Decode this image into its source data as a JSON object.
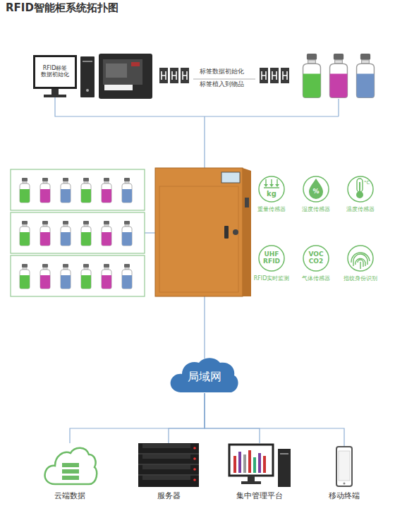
{
  "diagram": {
    "title": "RFID智能柜系统拓扑图",
    "nodes": [
      {
        "text": [
          "RFID标签 数据初始化"
        ]
      },
      {
        "text": [
          "kg",
          "重量传感器"
        ]
      },
      {
        "text": [
          "%",
          "湿度传感器"
        ]
      },
      {
        "text": [
          "°C",
          "温度传感器"
        ]
      },
      {
        "text": [
          "UHF RFID",
          "RFID实时监测"
        ]
      },
      {
        "text": [
          "VOC CO2",
          "气体传感器"
        ]
      },
      {
        "text": [
          "指纹身份识别"
        ]
      },
      {
        "text": [
          "局域网"
        ]
      },
      {
        "text": [
          "云端数据"
        ]
      },
      {
        "text": [
          "服务器"
        ]
      },
      {
        "text": [
          "集中管理平台"
        ]
      },
      {
        "text": [
          "移动终端"
        ]
      }
    ],
    "edges": [
      {
        "from": 7,
        "to": 8,
        "arrow": "none"
      },
      {
        "from": 7,
        "to": 9,
        "arrow": "none"
      },
      {
        "from": 7,
        "to": 10,
        "arrow": "none"
      },
      {
        "from": 7,
        "to": 11,
        "arrow": "none"
      }
    ],
    "labels": [
      "标签数据初始化",
      "标签植入到物品"
    ]
  }
}
